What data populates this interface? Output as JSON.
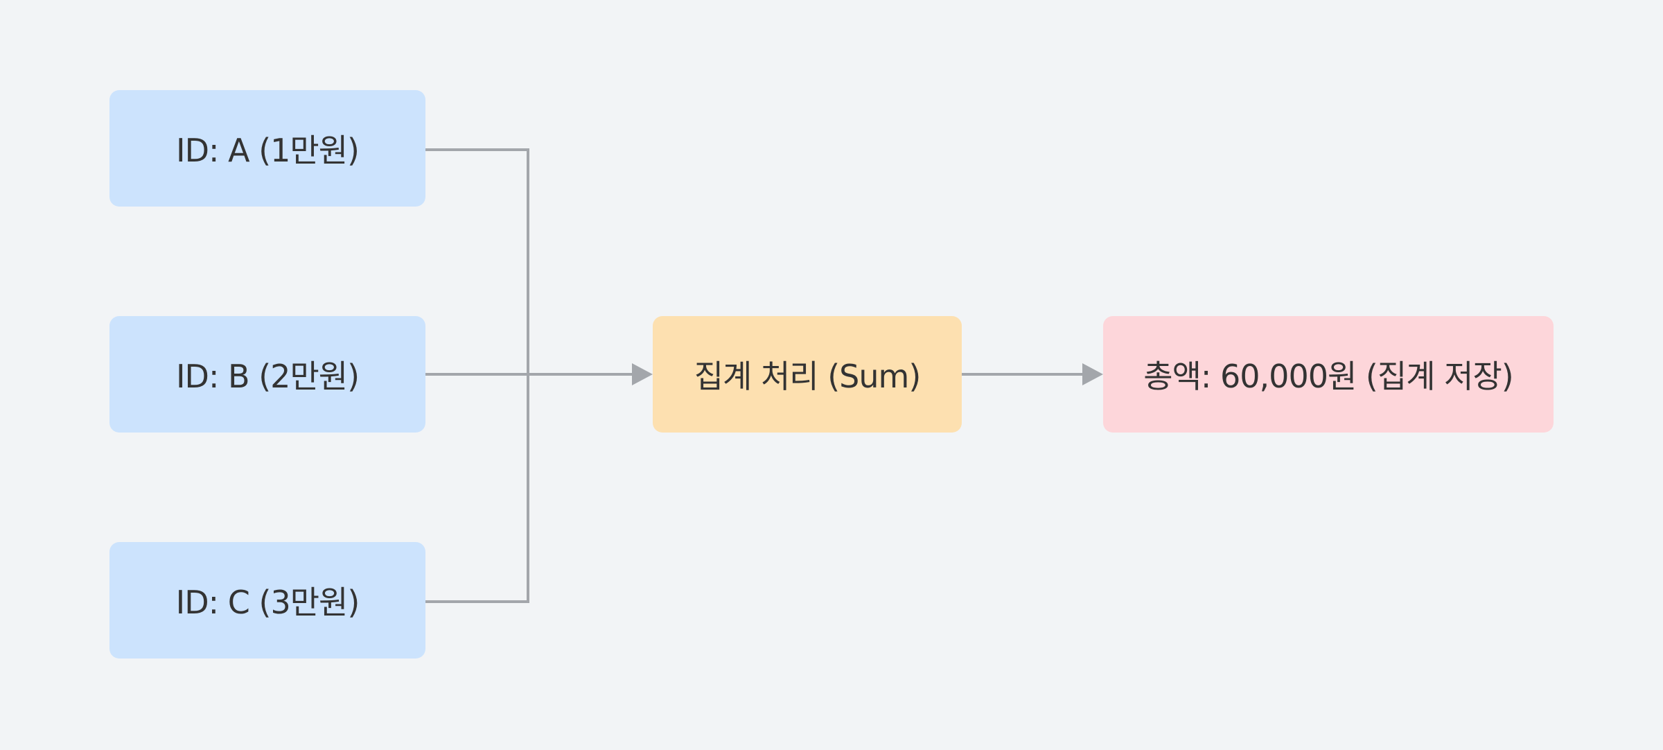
{
  "colors": {
    "background": "#f2f4f6",
    "source_fill": "#cce3fd",
    "process_fill": "#fde0b0",
    "result_fill": "#fdd6da",
    "connector": "#a3a6ab",
    "text": "#333333"
  },
  "nodes": {
    "a": "ID: A (1만원)",
    "b": "ID: B (2만원)",
    "c": "ID: C (3만원)",
    "sum": "집계 처리 (Sum)",
    "total": "총액: 60,000원 (집계 저장)"
  }
}
